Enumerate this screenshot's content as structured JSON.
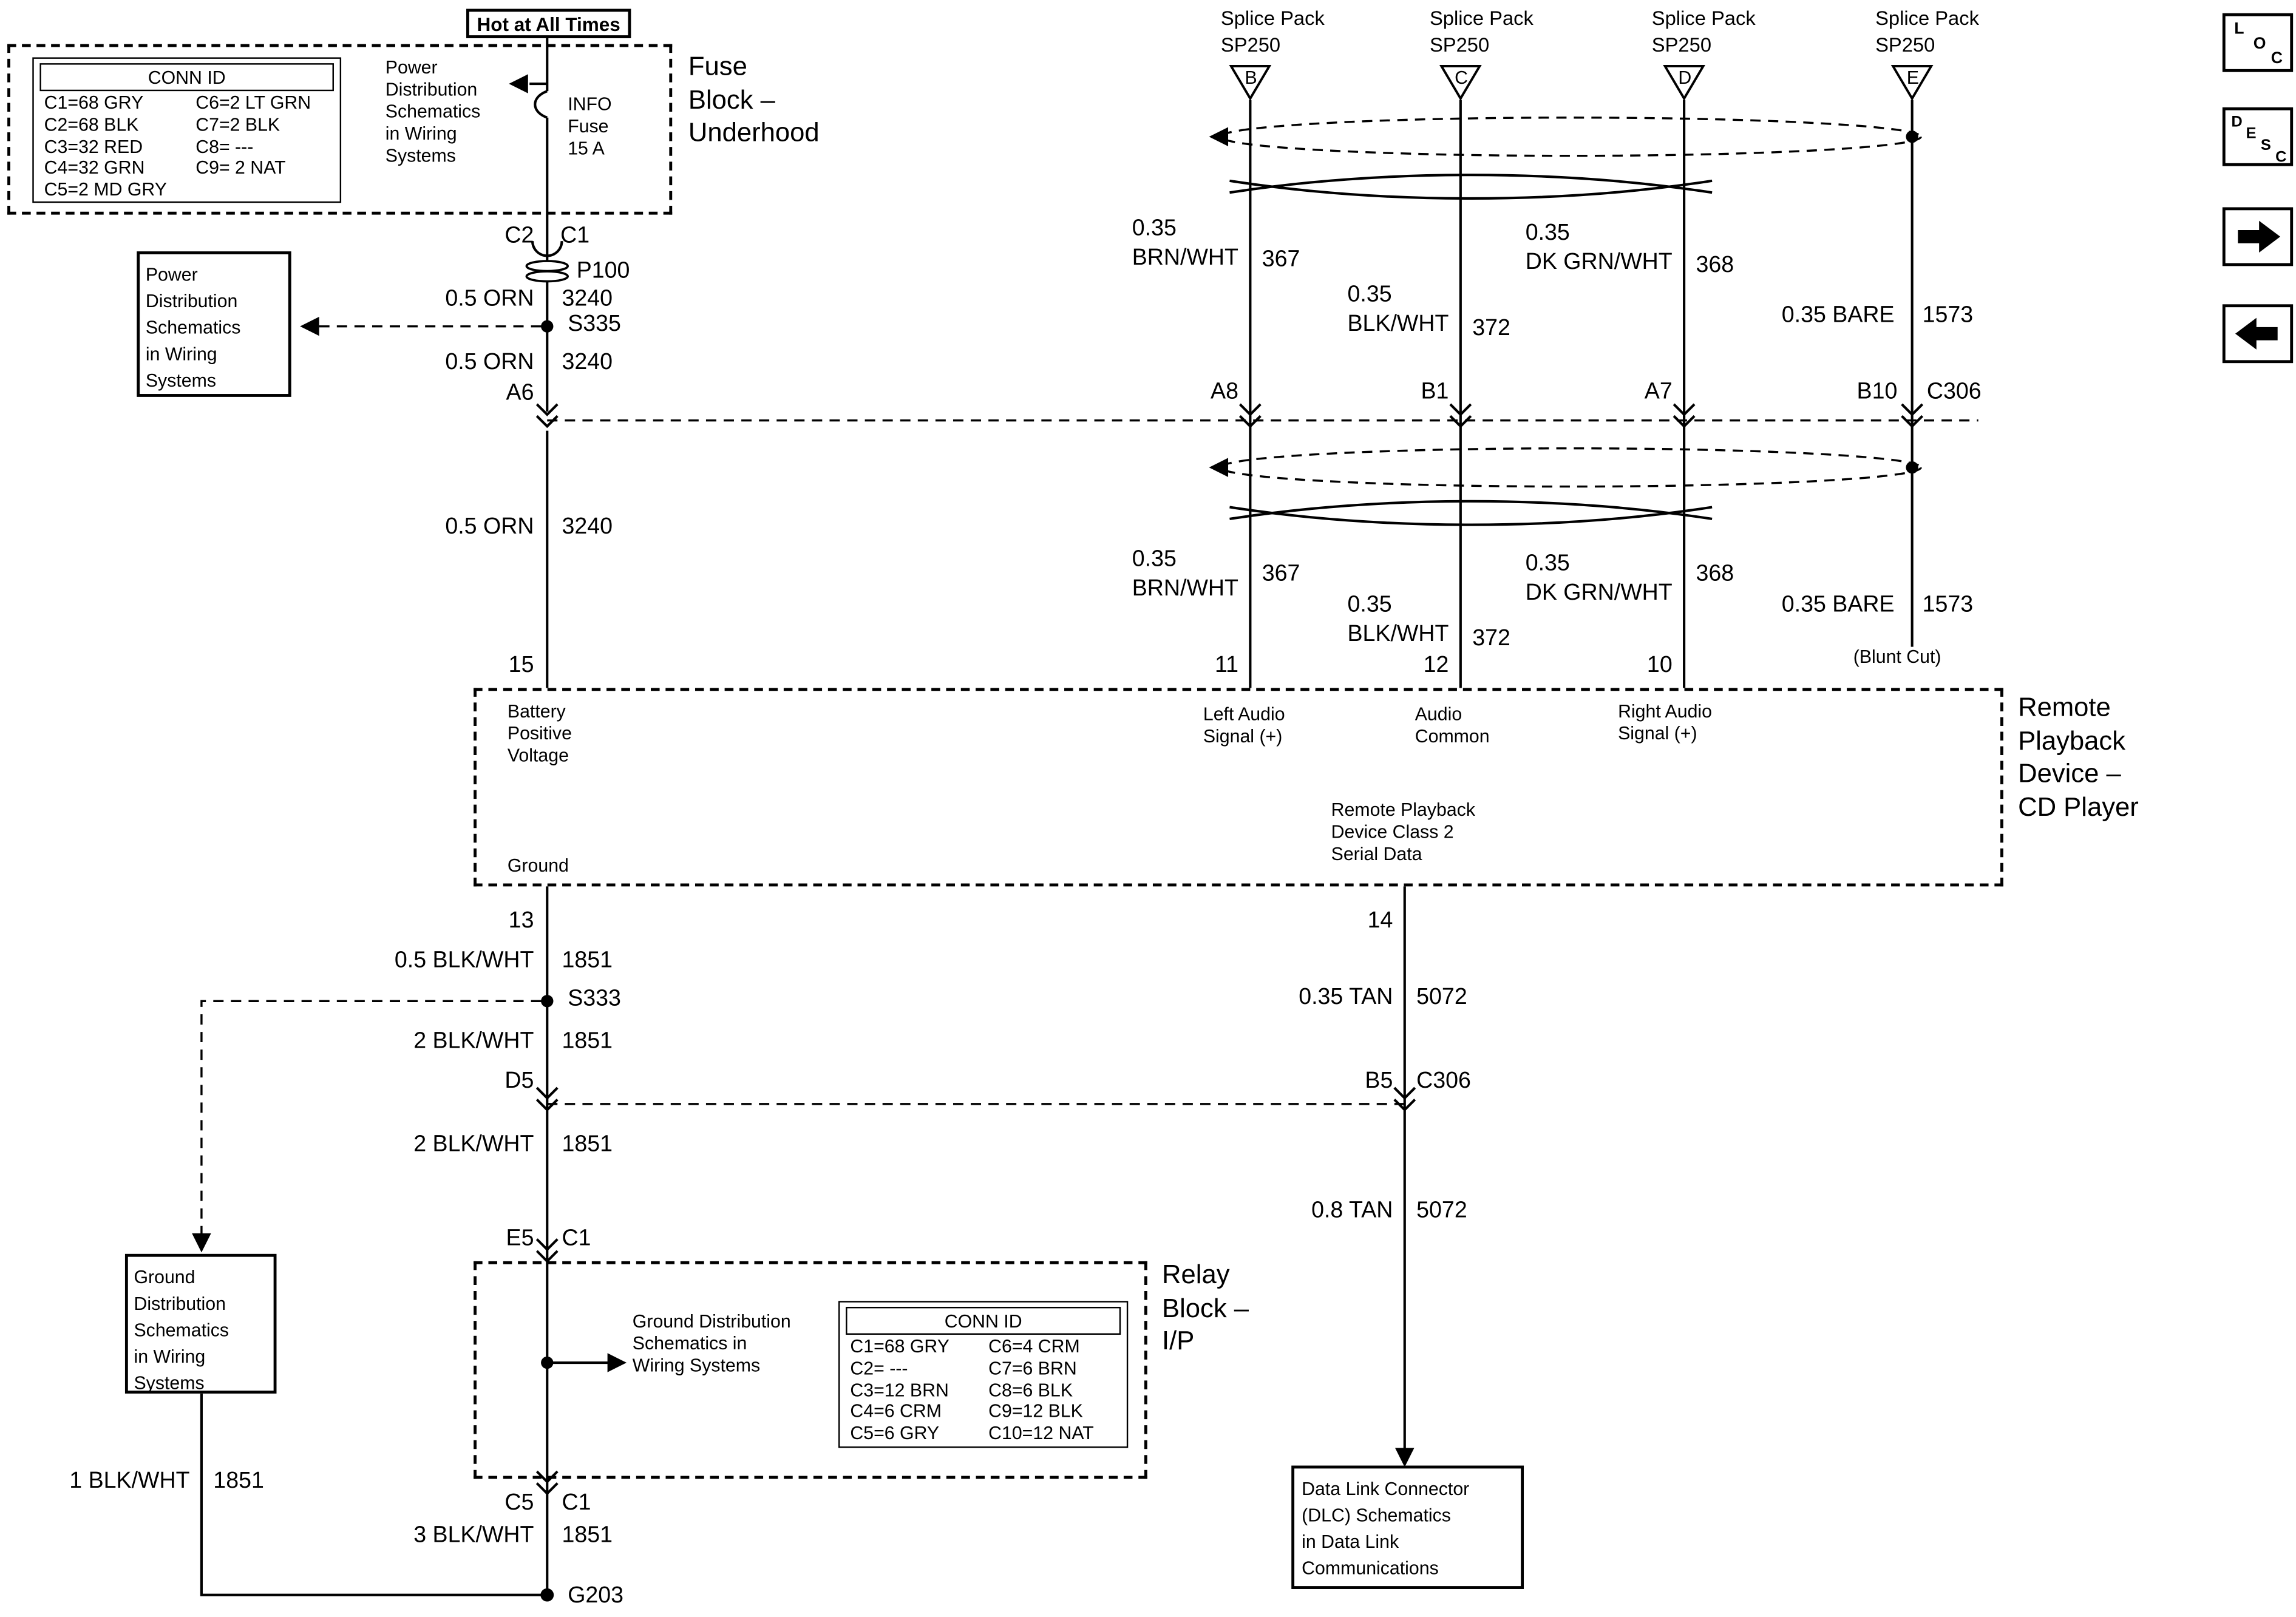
{
  "header": {
    "hot_at_all_times": "Hot at All Times"
  },
  "nav": {
    "loc_letters": [
      "L",
      "O",
      "C"
    ],
    "desc_letters": [
      "D",
      "E",
      "S",
      "C"
    ]
  },
  "fuse_block": {
    "title": "Fuse\nBlock –\nUnderhood",
    "note": "Power\nDistribution\nSchematics\nin Wiring\nSystems",
    "fuse": "INFO\nFuse\n15 A",
    "conn_id": {
      "header": "CONN ID",
      "col1": [
        "C1=68 GRY",
        "C2=68 BLK",
        "C3=32 RED",
        "C4=32 GRN",
        "C5=2 MD GRY"
      ],
      "col2": [
        "C6=2 LT GRN",
        "C7=2 BLK",
        "C8= ---",
        "C9= 2 NAT"
      ]
    }
  },
  "power_dist_box": "Power\nDistribution\nSchematics\nin Wiring\nSystems",
  "ground_dist_box": "Ground\nDistribution\nSchematics\nin Wiring\nSystems",
  "splice_packs": {
    "label": "Splice Pack\nSP250",
    "ids": [
      "B",
      "C",
      "D",
      "E"
    ]
  },
  "connectors": {
    "c2": "C2",
    "c1": "C1",
    "p100": "P100",
    "s335": "S335",
    "s333": "S333",
    "g203": "G203",
    "a6": "A6",
    "a8": "A8",
    "b1": "B1",
    "a7": "A7",
    "b10": "B10",
    "c306": "C306",
    "d5": "D5",
    "b5": "B5",
    "e5": "E5",
    "c5": "C5",
    "pin15": "15",
    "pin11": "11",
    "pin12": "12",
    "pin10": "10",
    "pin13": "13",
    "pin14": "14"
  },
  "wires": {
    "orn": {
      "label": "0.5 ORN",
      "circuit": "3240"
    },
    "brn_wht": {
      "label": "0.35\nBRN/WHT",
      "circuit": "367"
    },
    "dkgrn_wht": {
      "label": "0.35\nDK GRN/WHT",
      "circuit": "368"
    },
    "blk_wht_035": {
      "label": "0.35\nBLK/WHT",
      "circuit": "372"
    },
    "bare": {
      "label": "0.35 BARE",
      "circuit": "1573"
    },
    "blk_wht_05": {
      "label": "0.5 BLK/WHT",
      "circuit": "1851"
    },
    "blk_wht_2": {
      "label": "2 BLK/WHT",
      "circuit": "1851"
    },
    "blk_wht_1": {
      "label": "1 BLK/WHT",
      "circuit": "1851"
    },
    "blk_wht_3": {
      "label": "3 BLK/WHT",
      "circuit": "1851"
    },
    "tan_035": {
      "label": "0.35 TAN",
      "circuit": "5072"
    },
    "tan_08": {
      "label": "0.8 TAN",
      "circuit": "5072"
    }
  },
  "blunt_cut": "(Blunt Cut)",
  "device": {
    "title": "Remote\nPlayback\nDevice –\nCD Player",
    "battery": "Battery\nPositive\nVoltage",
    "left_audio": "Left Audio\nSignal (+)",
    "audio_common": "Audio\nCommon",
    "right_audio": "Right Audio\nSignal (+)",
    "serial": "Remote Playback\nDevice Class 2\nSerial Data",
    "ground": "Ground"
  },
  "relay_block": {
    "title": "Relay\nBlock –\nI/P",
    "note": "Ground Distribution\nSchematics in\nWiring Systems",
    "conn_id": {
      "header": "CONN ID",
      "col1": [
        "C1=68 GRY",
        "C2= ---",
        "C3=12 BRN",
        "C4=6 CRM",
        "C5=6 GRY"
      ],
      "col2": [
        "C6=4 CRM",
        "C7=6 BRN",
        "C8=6 BLK",
        "C9=12 BLK",
        "C10=12 NAT"
      ]
    }
  },
  "dlc_box": "Data Link Connector\n(DLC) Schematics\nin Data Link\nCommunications"
}
